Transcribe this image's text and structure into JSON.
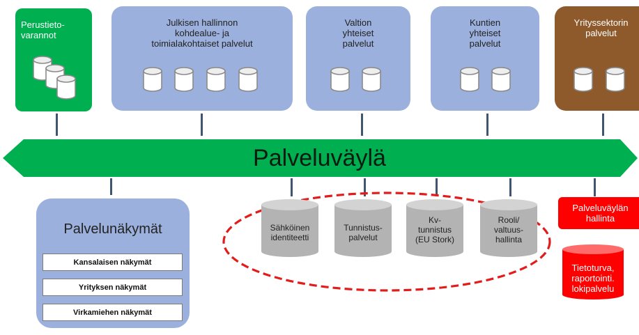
{
  "top_boxes": {
    "perustieto": "Perustieto-\nvarannot",
    "julkinen": "Julkisen hallinnon\nkohdealue- ja\ntoimialakohtaiset palvelut",
    "valtio": "Valtion\nyhteiset\npalvelut",
    "kunta": "Kuntien\nyhteiset\npalvelut",
    "yritys": "Yrityssektorin\npalvelut"
  },
  "bus_label": "Palveluväylä",
  "views": {
    "title": "Palvelunäkymät",
    "items": [
      "Kansalaisen näkymät",
      "Yrityksen näkymät",
      "Virkamiehen näkymät"
    ]
  },
  "identity_services": [
    "Sähköinen\nidentiteetti",
    "Tunnistus-\npalvelut",
    "Kv-\ntunnistus\n(EU Stork)",
    "Rooli/\nvaltuus-\nhallinta"
  ],
  "management": {
    "label": "Palveluväylän\nhallinta",
    "cylinder_label": "Tietoturva,\nraportointi.\nlokipalvelu"
  },
  "colors": {
    "green": "#00b050",
    "blue_box": "#9bb0dc",
    "brown": "#8e5a2b",
    "red": "#ff0000",
    "gray_cyl": "#b3b3b3",
    "connector": "#3f5570"
  }
}
